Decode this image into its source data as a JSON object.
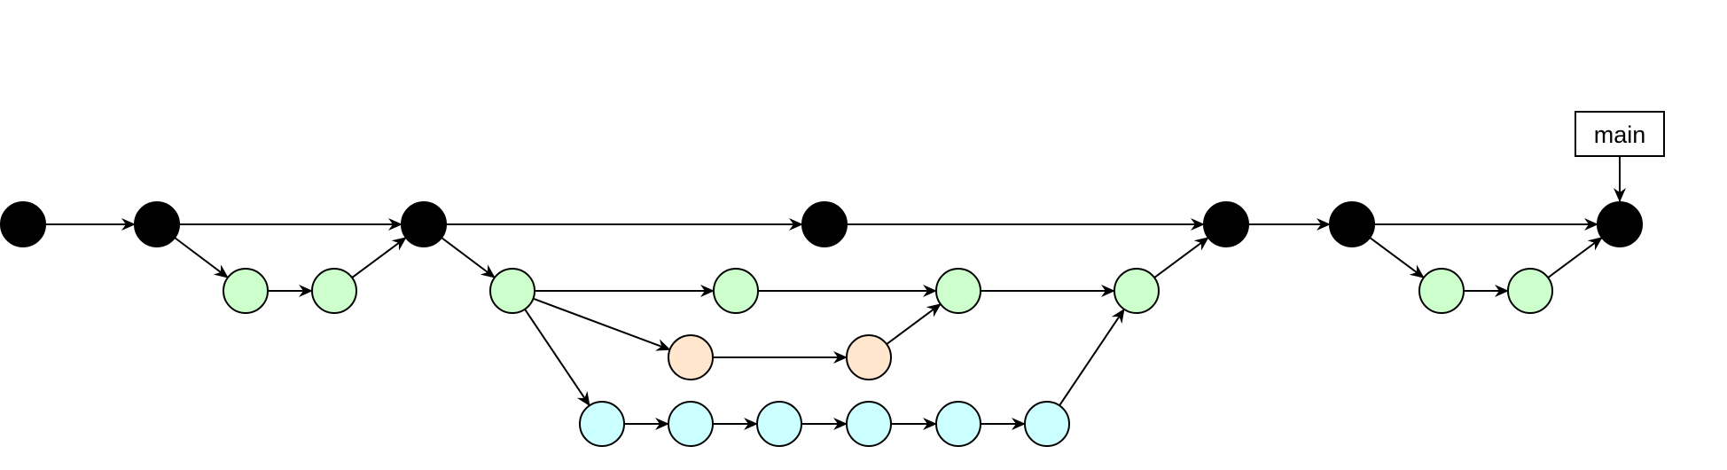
{
  "diagram": {
    "type": "git-commit-graph",
    "branch_label": {
      "text": "main",
      "points_to": "m8"
    },
    "colors": {
      "main_commit": "#000000",
      "feature_commit": "#ccffcc",
      "orange_commit": "#ffe6cc",
      "cyan_commit": "#ccffff",
      "stroke": "#000000"
    },
    "commits": [
      {
        "id": "m1",
        "kind": "main_commit"
      },
      {
        "id": "m2",
        "kind": "main_commit"
      },
      {
        "id": "g1",
        "kind": "feature_commit"
      },
      {
        "id": "g2",
        "kind": "feature_commit"
      },
      {
        "id": "m3",
        "kind": "main_commit"
      },
      {
        "id": "g3",
        "kind": "feature_commit"
      },
      {
        "id": "g4",
        "kind": "feature_commit"
      },
      {
        "id": "g5",
        "kind": "feature_commit"
      },
      {
        "id": "g6",
        "kind": "feature_commit"
      },
      {
        "id": "o1",
        "kind": "orange_commit"
      },
      {
        "id": "o2",
        "kind": "orange_commit"
      },
      {
        "id": "c1",
        "kind": "cyan_commit"
      },
      {
        "id": "c2",
        "kind": "cyan_commit"
      },
      {
        "id": "c3",
        "kind": "cyan_commit"
      },
      {
        "id": "c4",
        "kind": "cyan_commit"
      },
      {
        "id": "c5",
        "kind": "cyan_commit"
      },
      {
        "id": "c6",
        "kind": "cyan_commit"
      },
      {
        "id": "m4",
        "kind": "main_commit"
      },
      {
        "id": "m5",
        "kind": "main_commit"
      },
      {
        "id": "m6",
        "kind": "main_commit"
      },
      {
        "id": "g7",
        "kind": "feature_commit"
      },
      {
        "id": "g8",
        "kind": "feature_commit"
      },
      {
        "id": "m8",
        "kind": "main_commit"
      }
    ],
    "edges": [
      [
        "m1",
        "m2"
      ],
      [
        "m2",
        "m3"
      ],
      [
        "m2",
        "g1"
      ],
      [
        "g1",
        "g2"
      ],
      [
        "g2",
        "m3"
      ],
      [
        "m3",
        "m4"
      ],
      [
        "m4",
        "m5"
      ],
      [
        "m3",
        "g3"
      ],
      [
        "g3",
        "g4"
      ],
      [
        "g4",
        "g5"
      ],
      [
        "g5",
        "g6"
      ],
      [
        "g6",
        "m5"
      ],
      [
        "g3",
        "o1"
      ],
      [
        "o1",
        "o2"
      ],
      [
        "o2",
        "g5"
      ],
      [
        "g3",
        "c1"
      ],
      [
        "c1",
        "c2"
      ],
      [
        "c2",
        "c3"
      ],
      [
        "c3",
        "c4"
      ],
      [
        "c4",
        "c5"
      ],
      [
        "c5",
        "c6"
      ],
      [
        "c6",
        "g6"
      ],
      [
        "m5",
        "m6"
      ],
      [
        "m6",
        "m8"
      ],
      [
        "m6",
        "g7"
      ],
      [
        "g7",
        "g8"
      ],
      [
        "g8",
        "m8"
      ]
    ]
  }
}
